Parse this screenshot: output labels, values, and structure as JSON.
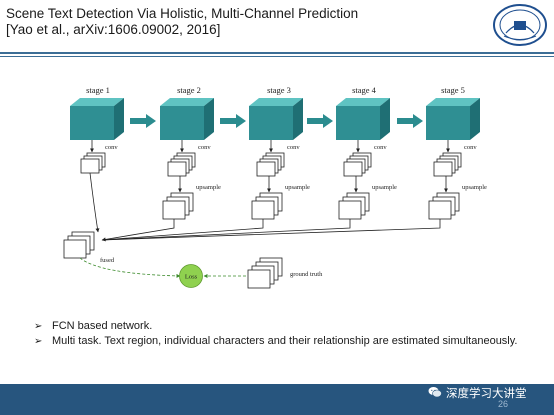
{
  "slide": {
    "title_line1": "Scene Text Detection Via Holistic, Multi-Channel Prediction",
    "title_line2": "[Yao et al., arXiv:1606.09002, 2016]",
    "page_number": "26"
  },
  "diagram": {
    "stages": [
      "stage 1",
      "stage 2",
      "stage 3",
      "stage 4",
      "stage 5"
    ],
    "conv_label": "conv",
    "upsample_label": "upsample",
    "fused_label": "fused",
    "loss_label": "Loss",
    "ground_truth_label": "ground truth"
  },
  "bullets": [
    "FCN based network.",
    "Multi task. Text region, individual characters and their relationship are estimated simultaneously."
  ],
  "footer": {
    "brand": "深度学习大讲堂"
  },
  "colors": {
    "cube_front": "#2f8f93",
    "cube_top": "#5fc3c2",
    "cube_side": "#1f6f74",
    "arrow": "#2b8c8f",
    "loss": "#8fd14f",
    "footer": "#27557e"
  }
}
